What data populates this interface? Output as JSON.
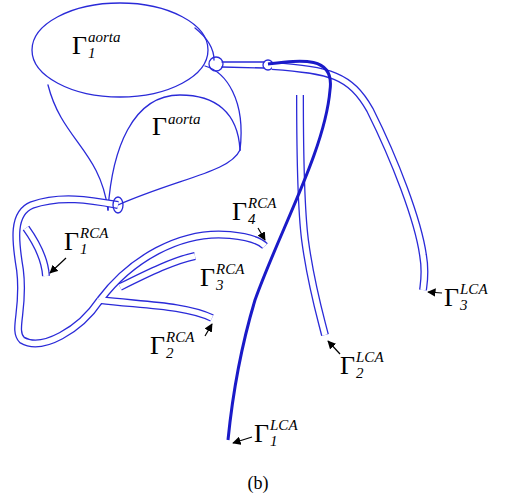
{
  "diagram": {
    "caption": "(b)",
    "labels": [
      "Γ1aorta",
      "Γaorta",
      "Γ4RCA",
      "Γ1RCA",
      "Γ3RCA",
      "Γ2RCA",
      "Γ1LCA",
      "Γ2LCA",
      "Γ3LCA"
    ]
  }
}
